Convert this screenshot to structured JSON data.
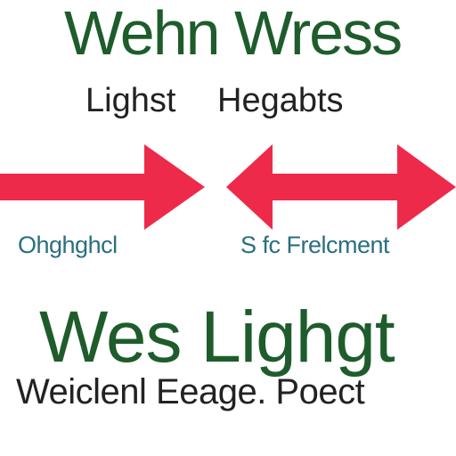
{
  "heading_top": "Wehn Wress",
  "subheading": {
    "left": "Lighst",
    "right": "Hegabts"
  },
  "captions": {
    "left": "Ohghghcl",
    "right": "S fc Frelcment"
  },
  "heading_bottom": "Wes Lighgt",
  "footer": "Weiclenl Eeage. Poect",
  "icons": {
    "left_arrow": "double-arrow-icon",
    "right_arrow": "double-arrow-icon"
  },
  "colors": {
    "green": "#1e5c2c",
    "dark_text": "#222222",
    "teal_text": "#2a6f80",
    "arrow_red": "#ee2a4b",
    "background": "#ffffff"
  }
}
